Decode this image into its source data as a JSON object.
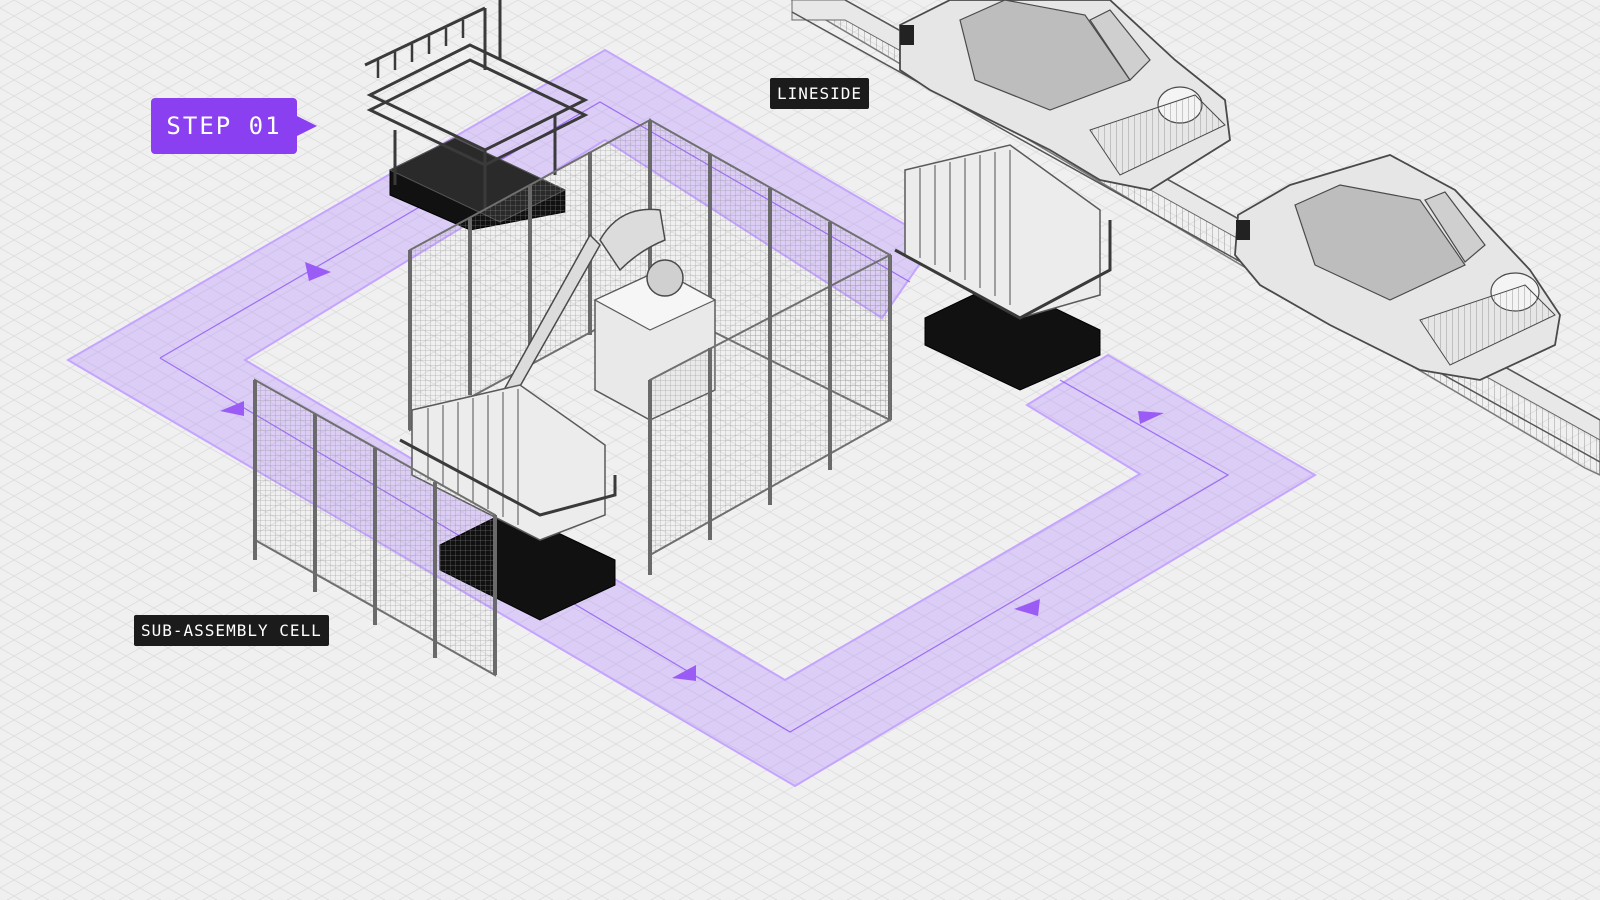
{
  "step_badge": {
    "label": "STEP 01",
    "color": "#8a3ff0"
  },
  "labels": {
    "lineside": "LINESIDE",
    "sub_assembly_cell": "SUB-ASSEMBLY CELL"
  },
  "colors": {
    "background": "#f0f0f0",
    "grid": "#dcdcdc",
    "route": "#b48cff",
    "route_arrow": "#9b5cf5",
    "label_bg": "#1b1b1b",
    "robot_base": "#111111",
    "structure": "#e4e4e4"
  },
  "icons": [
    "robot-arm-icon",
    "amr-cart-icon",
    "car-body-icon",
    "conveyor-icon",
    "safety-fence-icon"
  ]
}
